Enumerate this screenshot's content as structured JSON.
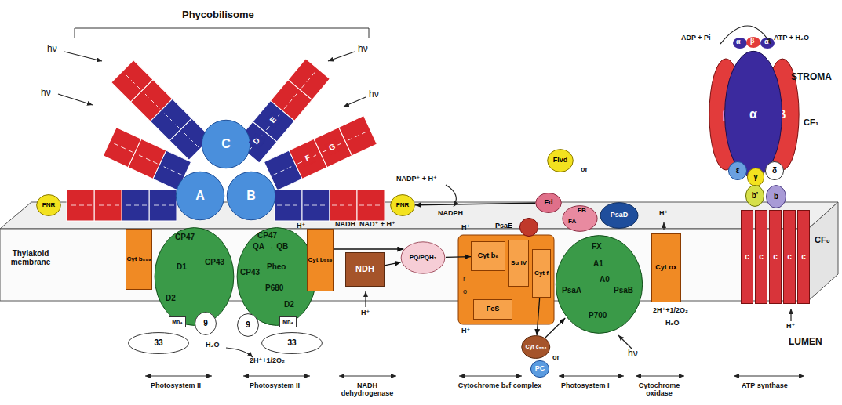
{
  "diagram": {
    "nodes": [
      {
        "text": [
          "A"
        ]
      },
      {
        "text": [
          "B"
        ]
      },
      {
        "text": [
          "C"
        ]
      },
      {
        "text": [
          "D"
        ]
      },
      {
        "text": [
          "E"
        ]
      },
      {
        "text": [
          "F"
        ]
      },
      {
        "text": [
          "G"
        ]
      },
      {
        "text": [
          "FNR"
        ]
      },
      {
        "text": [
          "FNR"
        ]
      },
      {
        "text": [
          "CP47",
          "D1",
          "D2",
          "CP43"
        ]
      },
      {
        "text": [
          "Cyt b₅₅₉"
        ]
      },
      {
        "text": [
          "Mn₄"
        ]
      },
      {
        "text": [
          "33"
        ]
      },
      {
        "text": [
          "9"
        ]
      },
      {
        "text": [
          "CP47",
          "QA → QB",
          "CP43",
          "Pheo",
          "P680",
          "D2"
        ]
      },
      {
        "text": [
          "Cyt b₅₅₉"
        ]
      },
      {
        "text": [
          "Mn₄"
        ]
      },
      {
        "text": [
          "9"
        ]
      },
      {
        "text": [
          "33"
        ]
      },
      {
        "text": [
          "NDH"
        ]
      },
      {
        "text": [
          "PQ/PQH₂"
        ]
      },
      {
        "text": [
          "Cyt b₆"
        ]
      },
      {
        "text": [
          "Su IV"
        ]
      },
      {
        "text": [
          "FeS"
        ]
      },
      {
        "text": [
          "Cyt f"
        ]
      },
      {
        "text": [
          "Cyt c₅₅₃"
        ]
      },
      {
        "text": [
          "PC"
        ]
      },
      {
        "text": [
          "Flvd"
        ]
      },
      {
        "text": [
          "Fd"
        ]
      },
      {
        "text": [
          "FB",
          "FA"
        ]
      },
      {
        "text": [
          "PsaE"
        ]
      },
      {
        "text": [
          "PsaD"
        ]
      },
      {
        "text": [
          "FX",
          "A1",
          "A0",
          "PsaA",
          "PsaB",
          "P700"
        ]
      },
      {
        "text": [
          "Cyt ox"
        ]
      },
      {
        "text": [
          "β"
        ]
      },
      {
        "text": [
          "β"
        ]
      },
      {
        "text": [
          "α"
        ]
      },
      {
        "text": [
          "ε"
        ]
      },
      {
        "text": [
          "γ"
        ]
      },
      {
        "text": [
          "δ"
        ]
      },
      {
        "text": [
          "b'"
        ]
      },
      {
        "text": [
          "b"
        ]
      },
      {
        "text": [
          "c"
        ]
      },
      {
        "text": [
          "c"
        ]
      },
      {
        "text": [
          "c"
        ]
      },
      {
        "text": [
          "c"
        ]
      },
      {
        "text": [
          "c"
        ]
      }
    ],
    "edges": [
      {
        "from": 14,
        "to": 20,
        "arrow": "to"
      },
      {
        "from": 19,
        "to": 20,
        "arrow": "to"
      },
      {
        "from": 20,
        "to": 21,
        "arrow": "to"
      },
      {
        "from": 24,
        "to": 25,
        "arrow": "to"
      },
      {
        "from": 25,
        "to": 32,
        "arrow": "to"
      },
      {
        "from": 28,
        "to": 8,
        "arrow": "to"
      }
    ],
    "labels": [
      "Phycobilisome",
      "STROMA",
      "LUMEN",
      "hν",
      "hν",
      "hν",
      "hν",
      "Thylakoid membrane",
      "NADP⁺ + H⁺",
      "NADPH",
      "H⁺",
      "NADH",
      "NAD⁺ + H⁺",
      "H⁺",
      "H⁺",
      "H⁺",
      "r",
      "o",
      "or",
      "or",
      "hν",
      "H⁺",
      "2H⁺+1/2O₂",
      "H₂O",
      "ADP + Pi",
      "ATP + H₂O",
      "CF₁",
      "CF₀",
      "H⁺",
      "H₂O",
      "2H⁺+1/2O₂",
      "Photosystem II",
      "Photosystem II",
      "NADH dehydrogenase",
      "Cytochrome b₆f complex",
      "Photosystem I",
      "Cytochrome oxidase",
      "ATP synthase",
      "α",
      "β",
      "α"
    ]
  }
}
